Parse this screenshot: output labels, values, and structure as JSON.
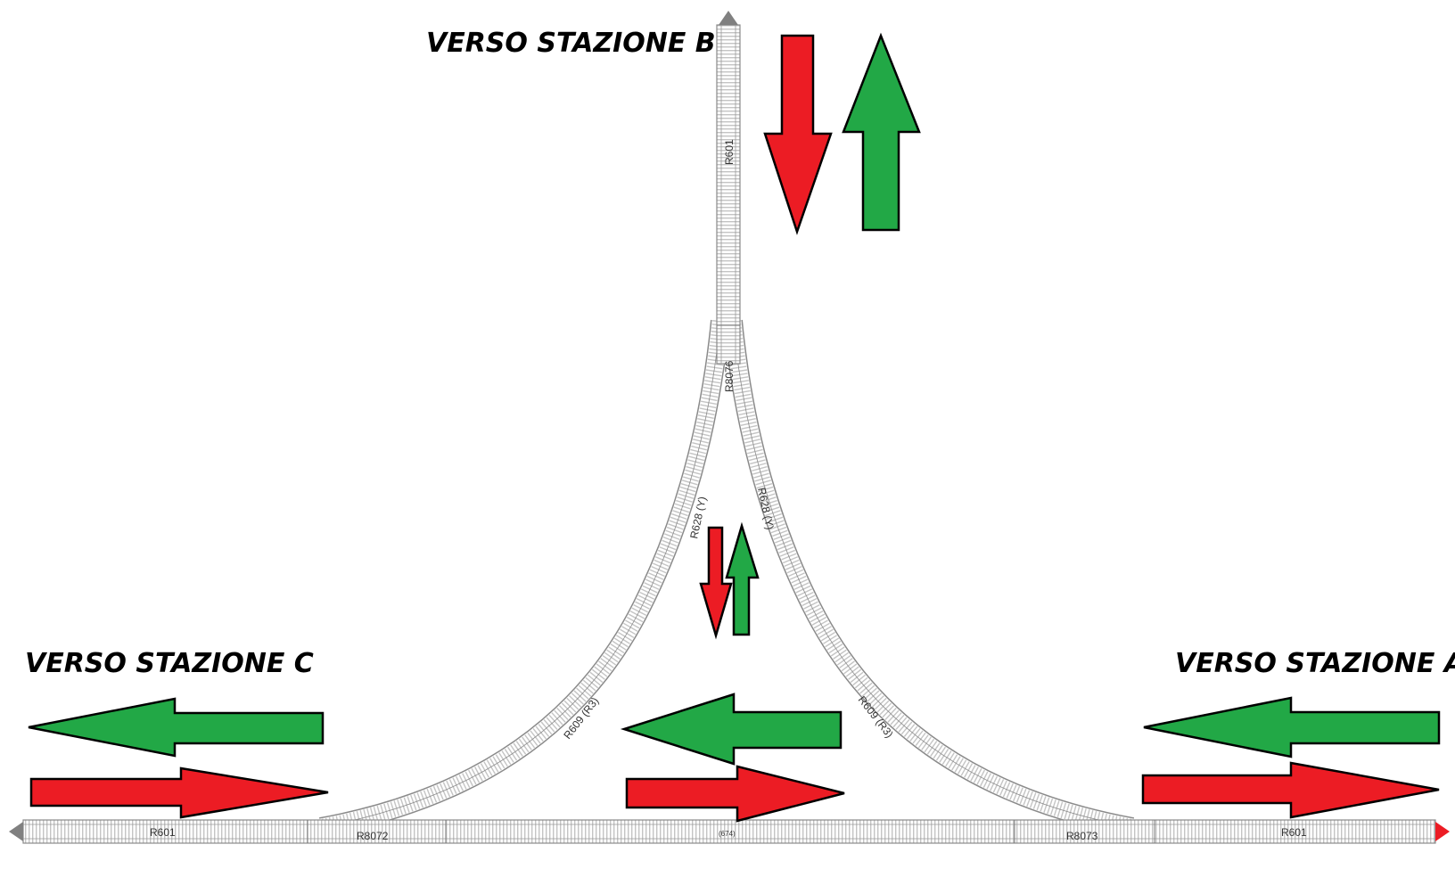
{
  "colors": {
    "arrow_green": "#22a846",
    "arrow_red": "#ec1c24",
    "arrow_outline": "#000000",
    "track_rail": "#8a8a8a",
    "track_tie": "#bdbdbd",
    "end_marker_grey": "#808080",
    "end_marker_red": "#ec1c24"
  },
  "labels": {
    "station_b": "VERSO STAZIONE B",
    "station_c": "VERSO STAZIONE C",
    "station_a": "VERSO STAZIONE A"
  },
  "track_pieces": {
    "vertical_top": "R601",
    "vertical_switch": "R8076",
    "curve_left_upper": "R628 (Y)",
    "curve_right_upper": "R628 (Y)",
    "curve_left_lower": "R609 (R3)",
    "curve_right_lower": "R609 (R3)",
    "bottom_left": "R601",
    "bottom_left_switch": "R8072",
    "bottom_middle": "(674)",
    "bottom_right_switch": "R8073",
    "bottom_right": "R601"
  },
  "arrows": [
    {
      "id": "b-down",
      "color": "red",
      "direction": "down"
    },
    {
      "id": "b-up",
      "color": "green",
      "direction": "up"
    },
    {
      "id": "mid-down",
      "color": "red",
      "direction": "down"
    },
    {
      "id": "mid-up",
      "color": "green",
      "direction": "up"
    },
    {
      "id": "c-left",
      "color": "green",
      "direction": "left"
    },
    {
      "id": "c-right",
      "color": "red",
      "direction": "right"
    },
    {
      "id": "center-left",
      "color": "green",
      "direction": "left"
    },
    {
      "id": "center-right",
      "color": "red",
      "direction": "right"
    },
    {
      "id": "a-left",
      "color": "green",
      "direction": "left"
    },
    {
      "id": "a-right",
      "color": "red",
      "direction": "right"
    }
  ]
}
